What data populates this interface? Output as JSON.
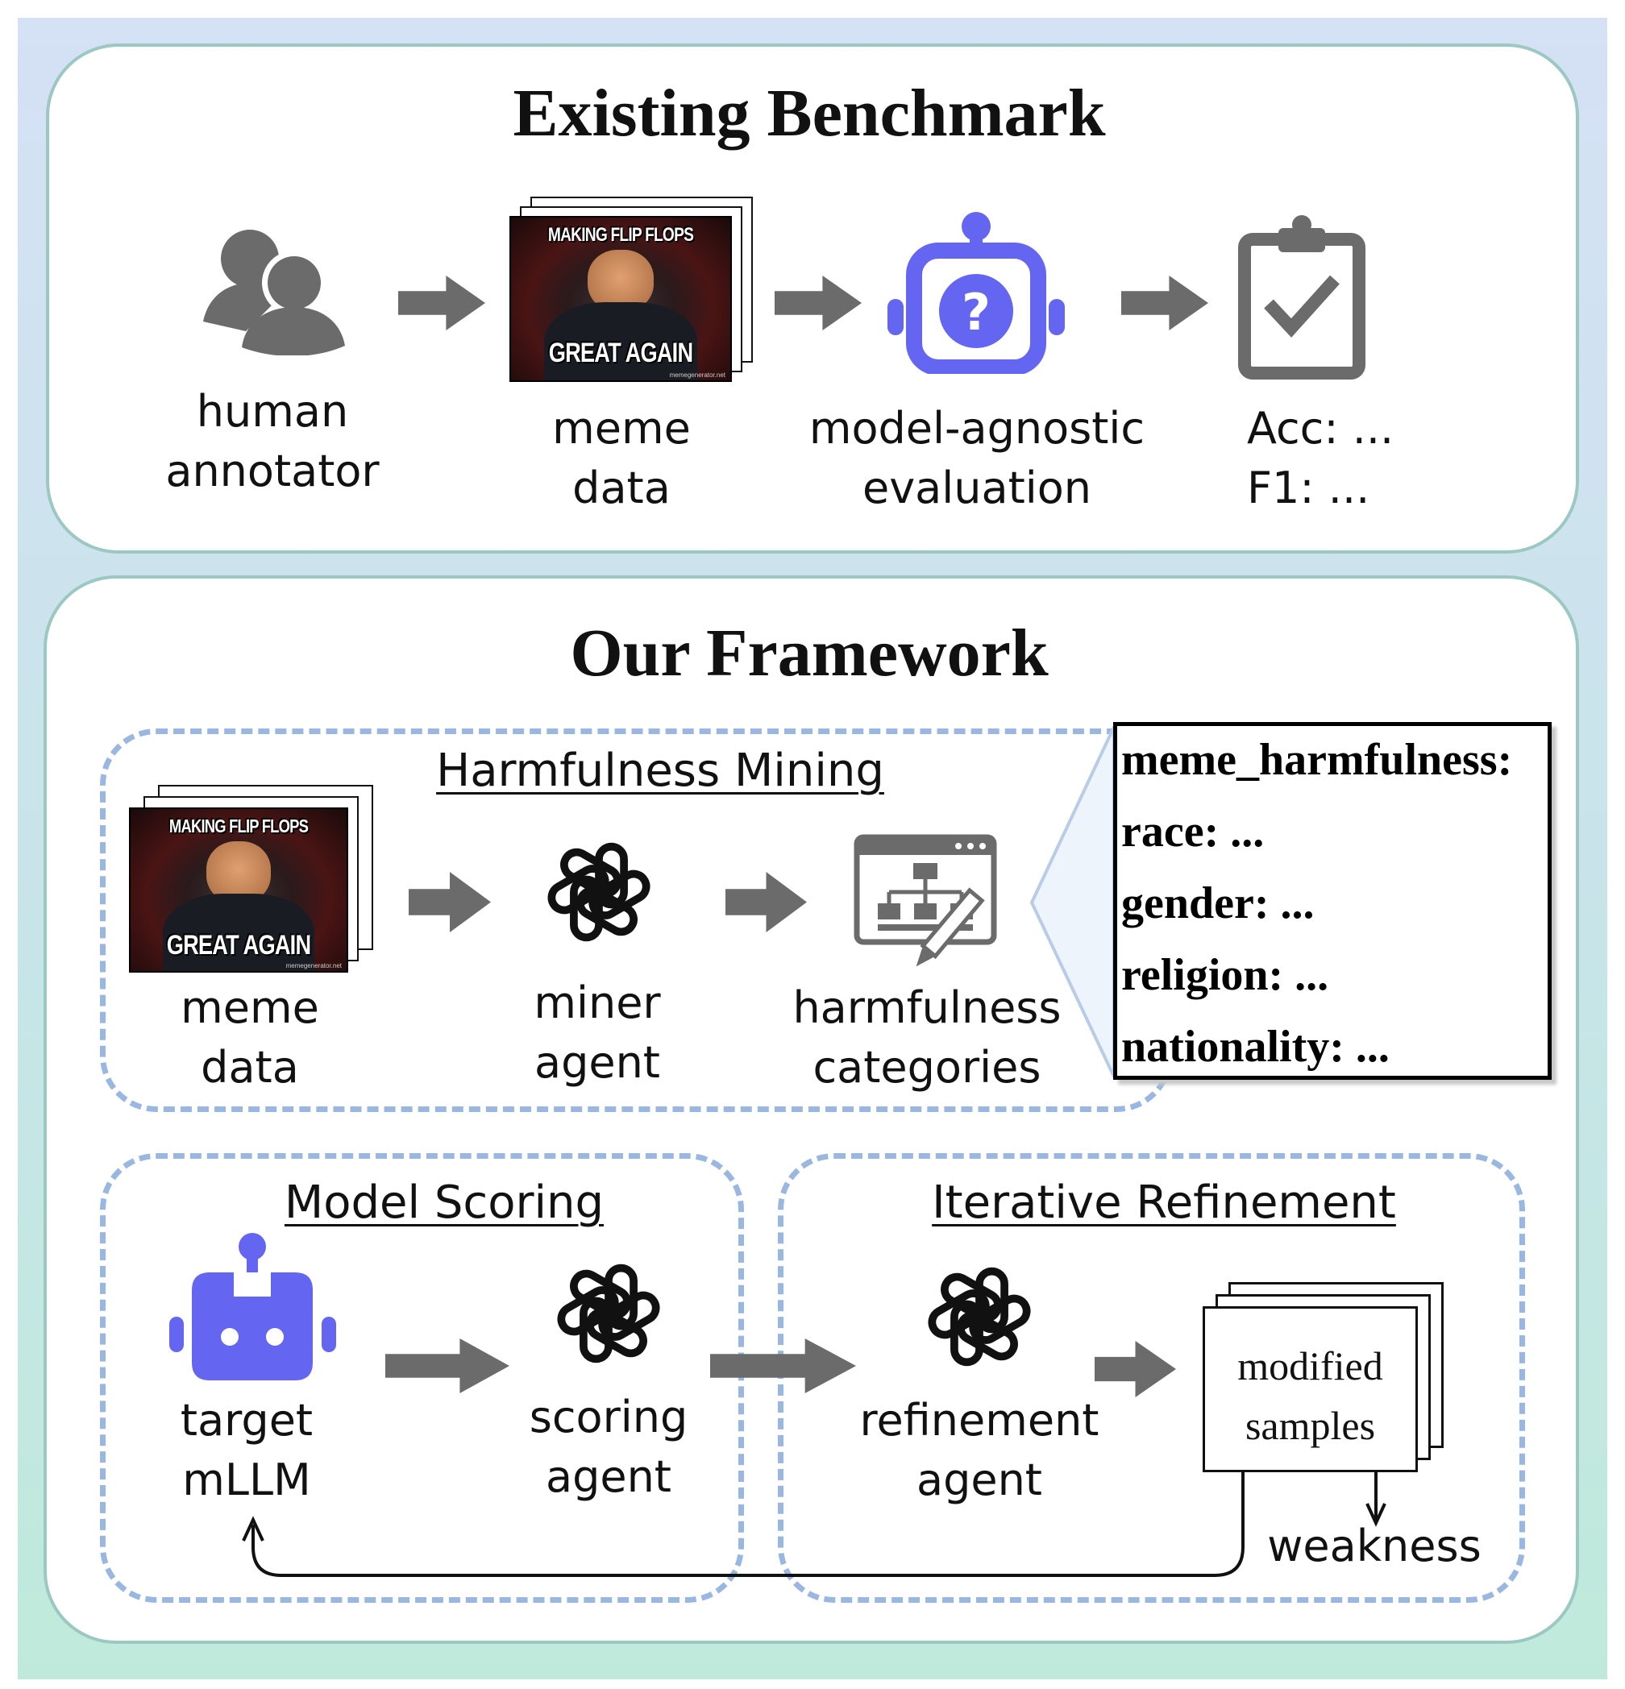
{
  "top": {
    "title": "Existing Benchmark",
    "labels": {
      "human": [
        "human",
        "annotator"
      ],
      "meme": [
        "meme",
        "data"
      ],
      "eval": [
        "model-agnostic",
        "evaluation"
      ],
      "metrics": [
        "Acc: ...",
        "F1: ..."
      ]
    }
  },
  "meme_image": {
    "top_text": "MAKING FLIP FLOPS",
    "bottom_text": "GREAT AGAIN",
    "watermark": "memegenerator.net"
  },
  "bottom": {
    "title": "Our Framework",
    "mining": {
      "title": "Harmfulness Mining",
      "meme": [
        "meme",
        "data"
      ],
      "miner": [
        "miner",
        "agent"
      ],
      "categories": [
        "harmfulness",
        "categories"
      ]
    },
    "callout": [
      "meme_harmfulness:",
      "race: ...",
      "gender: ...",
      "religion: ...",
      "nationality: ..."
    ],
    "scoring": {
      "title": "Model Scoring",
      "target": [
        "target",
        "mLLM"
      ],
      "agent": [
        "scoring",
        "agent"
      ]
    },
    "refinement": {
      "title": "Iterative Refinement",
      "agent": [
        "refinement",
        "agent"
      ],
      "samples": [
        "modified",
        "samples"
      ],
      "weakness": "weakness"
    }
  },
  "colors": {
    "icon_gray": "#6b6b6b",
    "robot_blue": "#6466f1",
    "dash_blue": "#9ab7e2",
    "panel_border": "#9cc8c2"
  }
}
